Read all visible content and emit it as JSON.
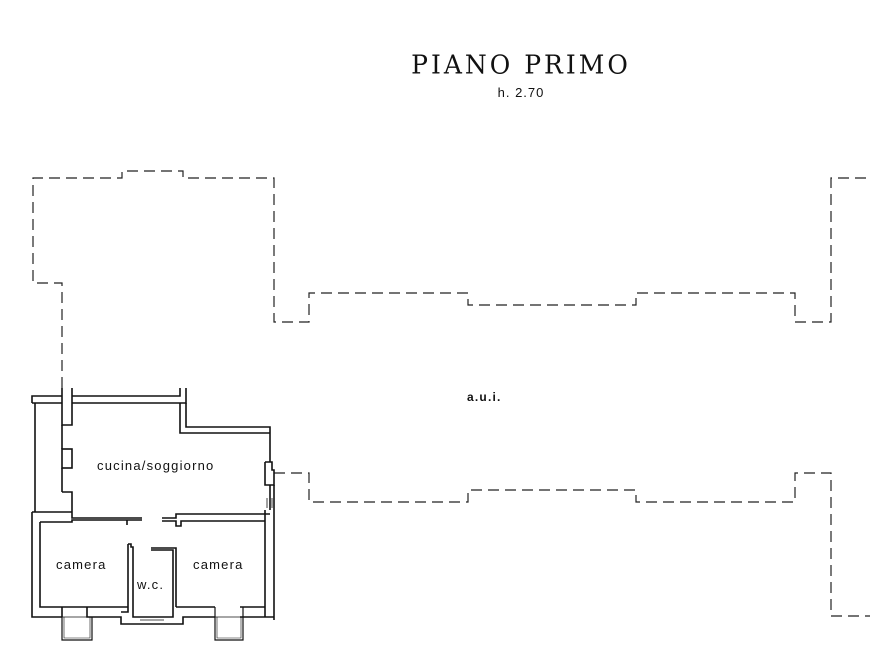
{
  "header": {
    "title": "PIANO PRIMO",
    "height_note": "h. 2.70"
  },
  "rooms": [
    {
      "label": "cucina/soggiorno"
    },
    {
      "label": "camera"
    },
    {
      "label": "w.c."
    },
    {
      "label": "camera"
    }
  ],
  "areas": {
    "aui_label": "a.u.i."
  },
  "colors": {
    "wall": "#111111",
    "dashed_outline": "#222222",
    "background": "#ffffff"
  }
}
